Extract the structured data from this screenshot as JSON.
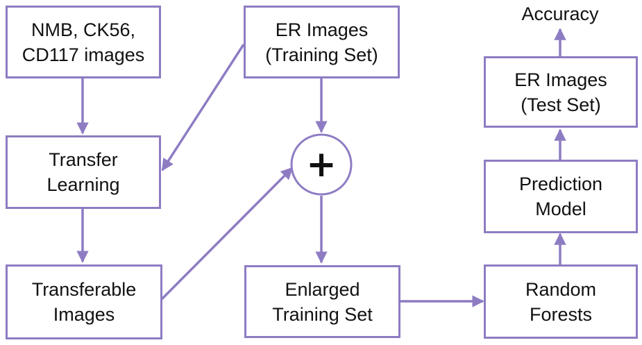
{
  "diagram": {
    "nodes": {
      "source_images": {
        "lines": [
          "NMB, CK56,",
          "CD117 images"
        ]
      },
      "er_training": {
        "lines": [
          "ER Images",
          "(Training Set)"
        ]
      },
      "transfer_learning": {
        "lines": [
          "Transfer",
          "Learning"
        ]
      },
      "transferable_images": {
        "lines": [
          "Transferable",
          "Images"
        ]
      },
      "combine": {
        "symbol": "+"
      },
      "enlarged_training": {
        "lines": [
          "Enlarged",
          "Training Set"
        ]
      },
      "random_forests": {
        "lines": [
          "Random",
          "Forests"
        ]
      },
      "prediction_model": {
        "lines": [
          "Prediction",
          "Model"
        ]
      },
      "er_test": {
        "lines": [
          "ER Images",
          "(Test Set)"
        ]
      }
    },
    "output_label": "Accuracy",
    "edges": [
      {
        "from": "source_images",
        "to": "transfer_learning"
      },
      {
        "from": "er_training",
        "to": "transfer_learning"
      },
      {
        "from": "transfer_learning",
        "to": "transferable_images"
      },
      {
        "from": "er_training",
        "to": "combine"
      },
      {
        "from": "transferable_images",
        "to": "combine"
      },
      {
        "from": "combine",
        "to": "enlarged_training"
      },
      {
        "from": "enlarged_training",
        "to": "random_forests"
      },
      {
        "from": "random_forests",
        "to": "prediction_model"
      },
      {
        "from": "prediction_model",
        "to": "er_test"
      },
      {
        "from": "er_test",
        "to": "output_label"
      }
    ],
    "colors": {
      "stroke": "#8e7cc3",
      "text": "#111111",
      "background": "#ffffff"
    }
  }
}
